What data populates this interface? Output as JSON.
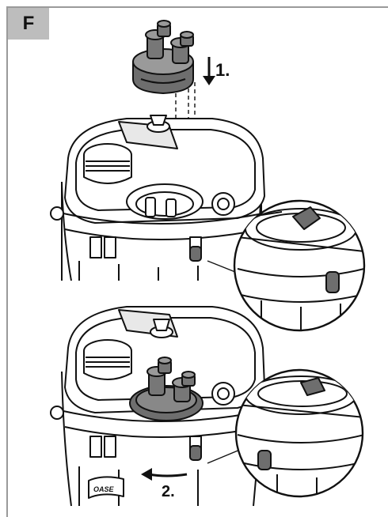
{
  "panel": {
    "letter": "F"
  },
  "steps": [
    {
      "label": "1."
    },
    {
      "label": "2."
    }
  ],
  "brand_mark": "OASE",
  "colors": {
    "line": "#111111",
    "dark_part": "#6e6e6e",
    "frame": "#9a9a9a",
    "letter_bg": "#bdbdbd"
  }
}
